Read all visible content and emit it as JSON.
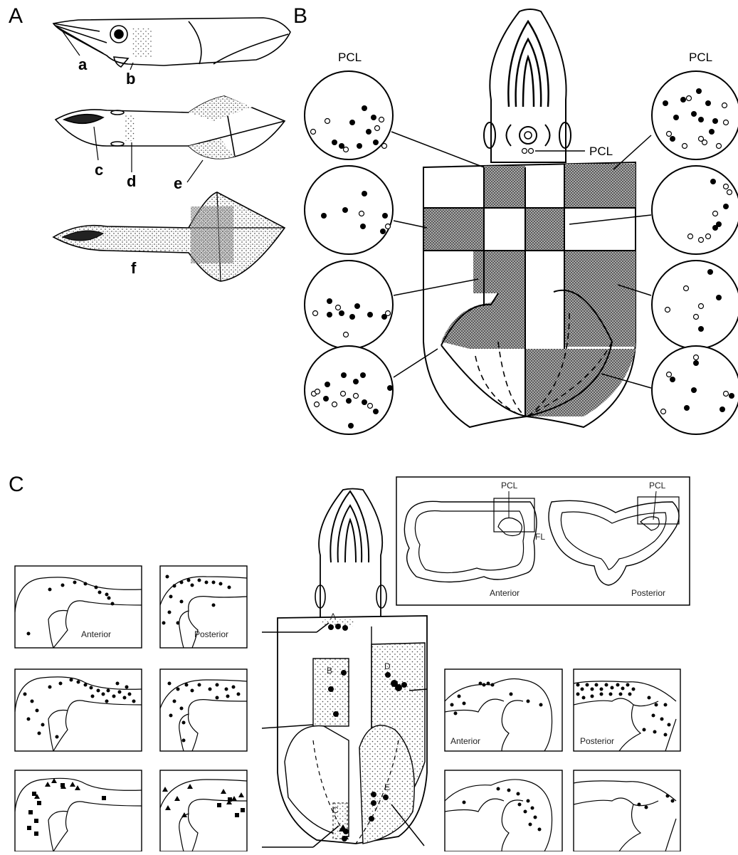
{
  "panels": {
    "A": {
      "label": "A",
      "sublabels": [
        "a",
        "b",
        "c",
        "d",
        "e",
        "f"
      ]
    },
    "B": {
      "label": "B",
      "pcl_left": "PCL",
      "pcl_right": "PCL",
      "pcl_body": "PCL"
    },
    "C": {
      "label": "C",
      "inset": {
        "pcl_a": "PCL",
        "fl": "FL",
        "pcl_b": "PCL",
        "anterior": "Anterior",
        "posterior": "Posterior"
      },
      "region_labels": [
        "A",
        "B",
        "C",
        "D",
        "E"
      ],
      "boxes": {
        "anterior_left": "Anterior",
        "posterior_left": "Posterior",
        "anterior_right": "Anterior",
        "posterior_right": "Posterior"
      }
    }
  },
  "colors": {
    "ink": "#000000",
    "stipple": "#333333",
    "background": "#ffffff"
  }
}
